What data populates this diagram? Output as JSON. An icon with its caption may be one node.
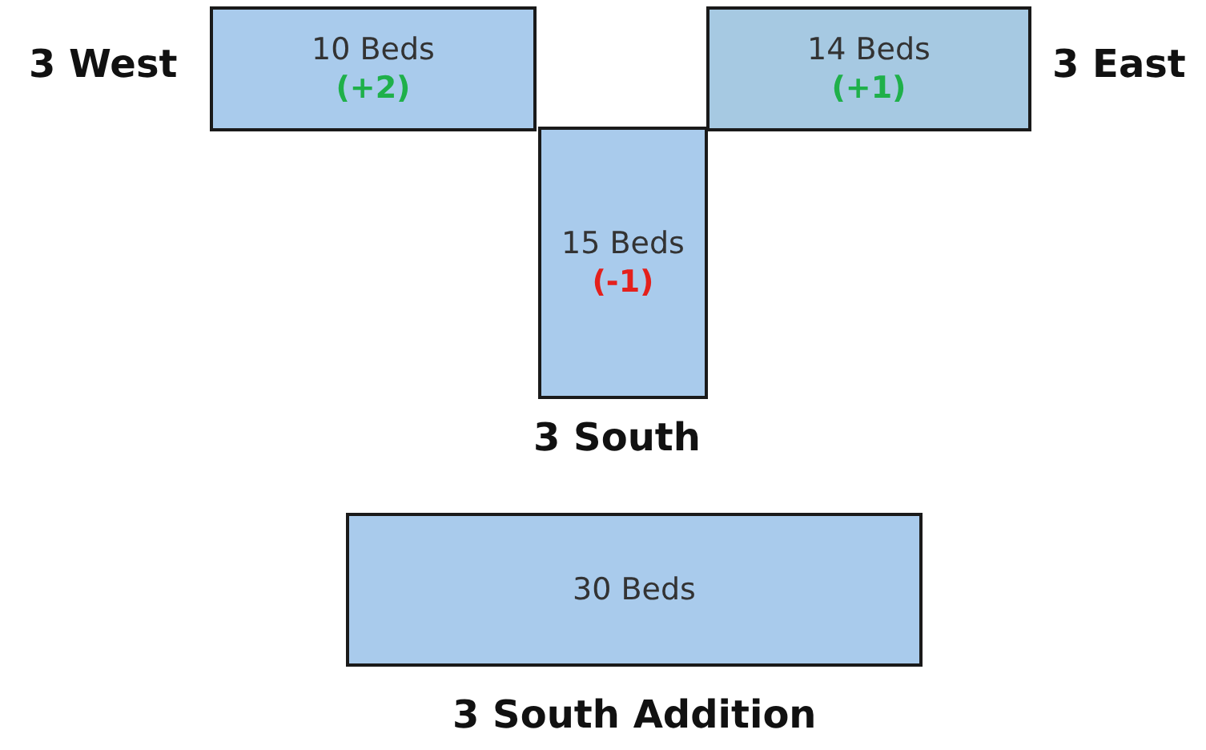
{
  "diagram": {
    "nodes": [
      {
        "text": [
          "3 West",
          "10 Beds",
          "(+2)"
        ]
      },
      {
        "text": [
          "14 Beds",
          "(+1)",
          "3 East"
        ]
      },
      {
        "text": [
          "15 Beds",
          "(-1)",
          "3 South"
        ]
      },
      {
        "text": [
          "30 Beds",
          "3 South Addition"
        ]
      }
    ]
  }
}
